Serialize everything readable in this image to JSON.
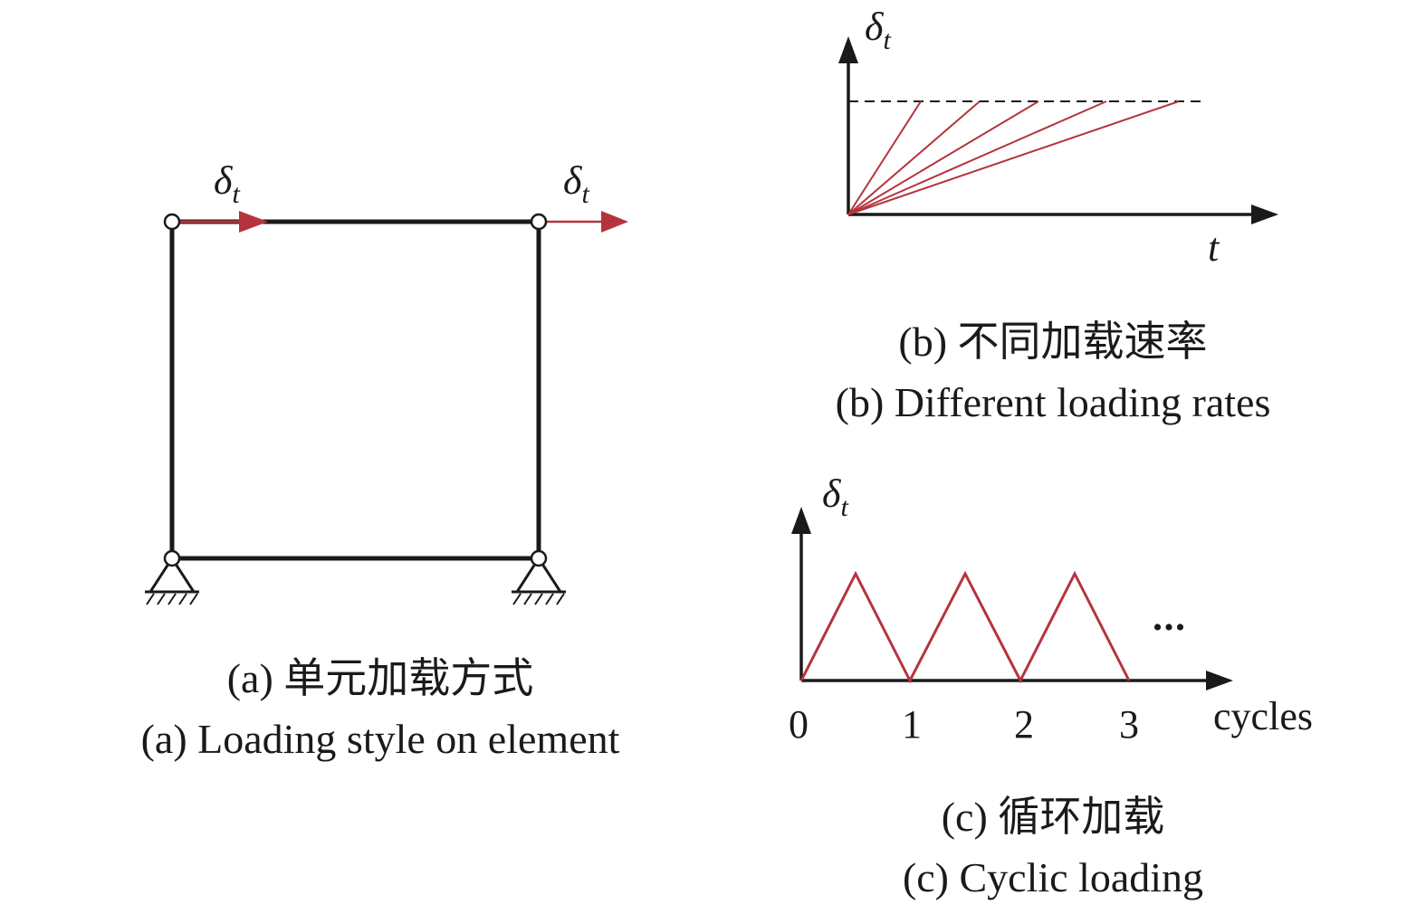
{
  "panel_a": {
    "load_symbol": "δ",
    "load_subscript": "t",
    "caption_cn": "(a) 单元加载方式",
    "caption_en": "(a) Loading style on element"
  },
  "panel_b": {
    "y_symbol": "δ",
    "y_subscript": "t",
    "x_label": "t",
    "caption_cn": "(b) 不同加载速率",
    "caption_en": "(b) Different loading rates",
    "ramp_count": 5
  },
  "panel_c": {
    "y_symbol": "δ",
    "y_subscript": "t",
    "x_label": "cycles",
    "ticks": [
      "0",
      "1",
      "2",
      "3"
    ],
    "ellipsis": "•••",
    "caption_cn": "(c) 循环加载",
    "caption_en": "(c) Cyclic loading"
  },
  "colors": {
    "line": "#1a1a1a",
    "load": "#b5343c"
  }
}
